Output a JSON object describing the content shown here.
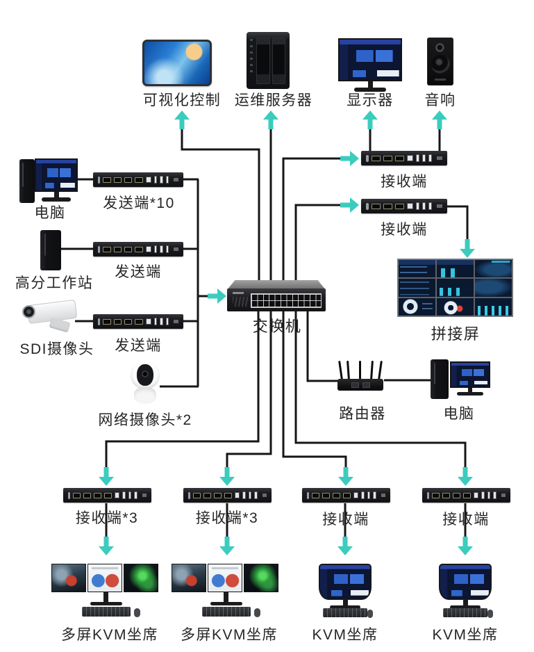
{
  "diagram": {
    "colors": {
      "accent": "#3bccbe",
      "wire": "#161616",
      "label": "#262626"
    },
    "nodes": {
      "visual_control": {
        "label": "可视化控制"
      },
      "ops_server": {
        "label": "运维服务器"
      },
      "monitor": {
        "label": "显示器"
      },
      "speaker": {
        "label": "音响"
      },
      "pc_left": {
        "label": "电脑"
      },
      "tx1": {
        "label": "发送端*10"
      },
      "workstation": {
        "label": "高分工作站"
      },
      "tx2": {
        "label": "发送端"
      },
      "sdi_camera": {
        "label": "SDI摄像头"
      },
      "tx3": {
        "label": "发送端"
      },
      "ip_camera": {
        "label": "网络摄像头*2"
      },
      "switch": {
        "label": "交换机"
      },
      "rx_top1": {
        "label": "接收端"
      },
      "rx_top2": {
        "label": "接收端"
      },
      "video_wall": {
        "label": "拼接屏"
      },
      "router": {
        "label": "路由器"
      },
      "pc_right": {
        "label": "电脑"
      },
      "rx_b1": {
        "label": "接收端*3"
      },
      "rx_b2": {
        "label": "接收端*3"
      },
      "rx_b3": {
        "label": "接收端"
      },
      "rx_b4": {
        "label": "接收端"
      },
      "kvm_multi1": {
        "label": "多屏KVM坐席"
      },
      "kvm_multi2": {
        "label": "多屏KVM坐席"
      },
      "kvm_seat1": {
        "label": "KVM坐席"
      },
      "kvm_seat2": {
        "label": "KVM坐席"
      }
    }
  }
}
